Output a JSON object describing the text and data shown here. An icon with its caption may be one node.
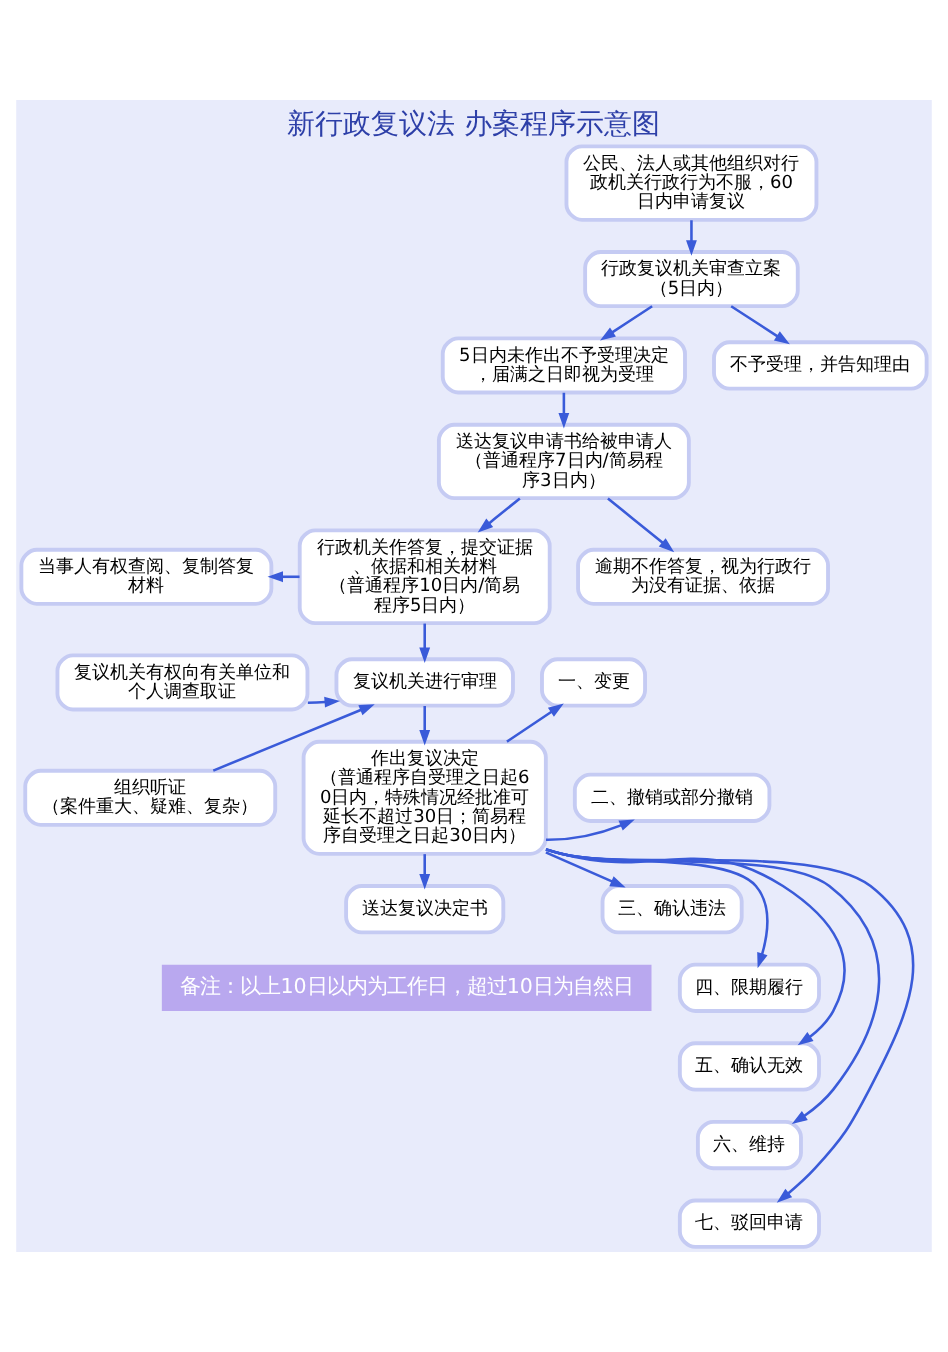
{
  "diagram": {
    "title": "新行政复议法 办案程序示意图",
    "nodes": [
      {
        "text": [
          "公民、法人或其他组织对行政机关行政行为不服，60日内申请复议"
        ]
      },
      {
        "text": [
          "行政复议机关审查立案（5日内）"
        ]
      },
      {
        "text": [
          "5日内未作出不予受理决定，届满之日即视为受理"
        ]
      },
      {
        "text": [
          "不予受理，并告知理由"
        ]
      },
      {
        "text": [
          "送达复议申请书给被申请人（普通程序7日内/简易程序3日内）"
        ]
      },
      {
        "text": [
          "逾期不作答复，视为行政行为没有证据、依据"
        ]
      },
      {
        "text": [
          "当事人有权查阅、复制答复材料"
        ]
      },
      {
        "text": [
          "行政机关作答复，提交证据、依据和相关材料（普通程序10日内/简易程序5日内）"
        ]
      },
      {
        "text": [
          "复议机关有权向有关单位和个人调查取证"
        ]
      },
      {
        "text": [
          "复议机关进行审理"
        ]
      },
      {
        "text": [
          "组织听证（案件重大、疑难、复杂）"
        ]
      },
      {
        "text": [
          "作出复议决定（普通程序自受理之日起60日内，特殊情况经批准可延长不超过30日；简易程序自受理之日起30日内）"
        ]
      },
      {
        "text": [
          "送达复议决定书"
        ]
      },
      {
        "text": [
          "一、变更"
        ]
      },
      {
        "text": [
          "二、撤销或部分撤销"
        ]
      },
      {
        "text": [
          "三、确认违法"
        ]
      },
      {
        "text": [
          "四、限期履行"
        ]
      },
      {
        "text": [
          "五、确认无效"
        ]
      },
      {
        "text": [
          "六、维持"
        ]
      },
      {
        "text": [
          "七、驳回申请"
        ]
      }
    ],
    "edges": [
      {
        "from": 0,
        "to": 1,
        "arrow": "to"
      },
      {
        "from": 1,
        "to": 2,
        "arrow": "to"
      },
      {
        "from": 1,
        "to": 3,
        "arrow": "to"
      },
      {
        "from": 2,
        "to": 4,
        "arrow": "to"
      },
      {
        "from": 4,
        "to": 7,
        "arrow": "to"
      },
      {
        "from": 4,
        "to": 5,
        "arrow": "to"
      },
      {
        "from": 7,
        "to": 6,
        "arrow": "to"
      },
      {
        "from": 7,
        "to": 9,
        "arrow": "to"
      },
      {
        "from": 8,
        "to": 9,
        "arrow": "to"
      },
      {
        "from": 10,
        "to": 9,
        "arrow": "to"
      },
      {
        "from": 9,
        "to": 11,
        "arrow": "to"
      },
      {
        "from": 11,
        "to": 12,
        "arrow": "to"
      },
      {
        "from": 11,
        "to": 13,
        "arrow": "to"
      },
      {
        "from": 11,
        "to": 14,
        "arrow": "to"
      },
      {
        "from": 11,
        "to": 15,
        "arrow": "to"
      },
      {
        "from": 11,
        "to": 16,
        "arrow": "to"
      },
      {
        "from": 11,
        "to": 17,
        "arrow": "to"
      },
      {
        "from": 11,
        "to": 18,
        "arrow": "to"
      },
      {
        "from": 11,
        "to": 19,
        "arrow": "to"
      }
    ],
    "labels": [
      "备注：以上10日以内为工作日，超过10日为自然日"
    ]
  }
}
